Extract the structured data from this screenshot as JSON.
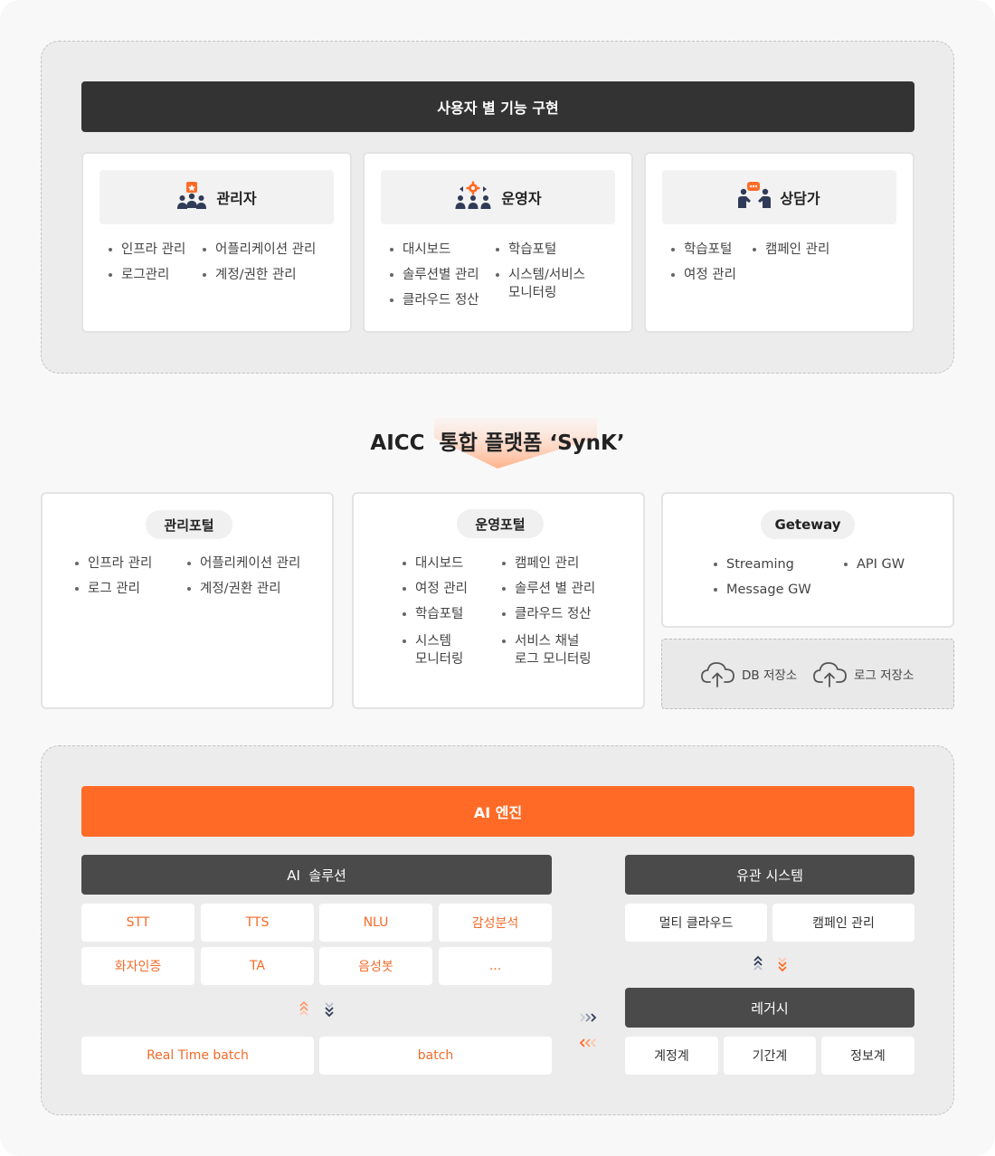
{
  "users_section": {
    "title": "사용자 별 기능 구현",
    "roles": [
      {
        "name": "관리자",
        "icon": "admin-group-icon",
        "items": [
          "인프라 관리",
          "로그관리",
          "어플리케이션 관리",
          "계정/권한 관리"
        ]
      },
      {
        "name": "운영자",
        "icon": "operator-group-icon",
        "items": [
          "대시보드",
          "솔루션별 관리",
          "클라우드 정산",
          "학습포털",
          "시스템/서비스\n모니터링"
        ]
      },
      {
        "name": "상담가",
        "icon": "counselor-icon",
        "items": [
          "학습포털",
          "여정 관리",
          "캠페인 관리"
        ]
      }
    ]
  },
  "platform_title": "AICC  통합 플랫폼 ‘SynK’",
  "portals": {
    "admin": {
      "title": "관리포털",
      "items": [
        "인프라 관리",
        "로그 관리",
        "어플리케이션 관리",
        "계정/권환 관리"
      ]
    },
    "ops": {
      "title": "운영포털",
      "items": [
        "대시보드",
        "여정 관리",
        "학습포털",
        "시스템\n모니터링",
        "캠페인 관리",
        "솔루션 별 관리",
        "클라우드 정산",
        "서비스 채널\n로그 모니터링"
      ]
    },
    "gateway": {
      "title": "Geteway",
      "items": [
        "Streaming",
        "Message GW",
        "API GW"
      ]
    },
    "storage": [
      "DB 저장소",
      "로그 저장소"
    ]
  },
  "engine": {
    "title": "AI 엔진",
    "solutions": {
      "title": "AI  솔루션",
      "items": [
        "STT",
        "TTS",
        "NLU",
        "감성분석",
        "화자인증",
        "TA",
        "음성봇",
        "..."
      ],
      "batch": [
        "Real Time batch",
        "batch"
      ]
    },
    "related": {
      "title": "유관 시스템",
      "items": [
        "멀티 클라우드",
        "캠페인 관리"
      ]
    },
    "legacy": {
      "title": "레거시",
      "items": [
        "계정계",
        "기간계",
        "정보계"
      ]
    }
  },
  "colors": {
    "accent": "#ff6b26",
    "dark": "#333333",
    "bar_grey": "#4a4a4a",
    "navy": "#2f3b57"
  }
}
